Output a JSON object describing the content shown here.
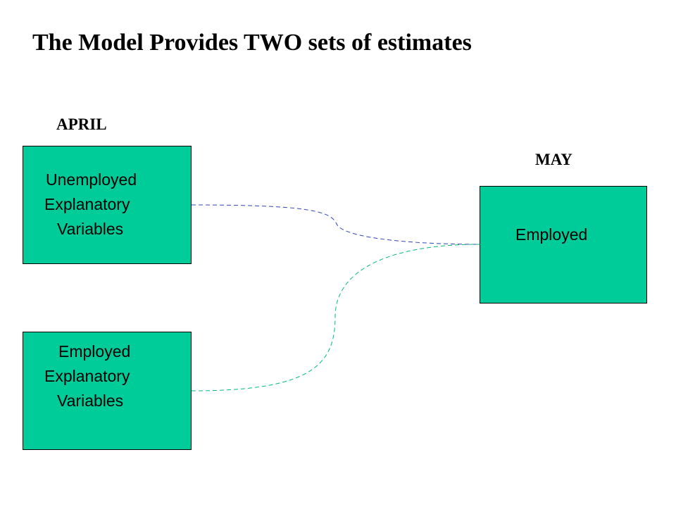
{
  "title": "The Model Provides TWO sets of estimates",
  "months": {
    "april": "APRIL",
    "may": "MAY"
  },
  "boxes": {
    "april_unemployed": {
      "lines": [
        "Unemployed",
        "Explanatory",
        "Variables"
      ]
    },
    "april_employed": {
      "lines": [
        "Employed",
        "Explanatory",
        "Variables"
      ]
    },
    "may_employed": {
      "lines": [
        "Employed"
      ]
    }
  },
  "colors": {
    "box_fill": "#00cc99",
    "box_border": "#000000",
    "connector_unemployed": "#3344bb",
    "connector_employed": "#00bb77"
  }
}
